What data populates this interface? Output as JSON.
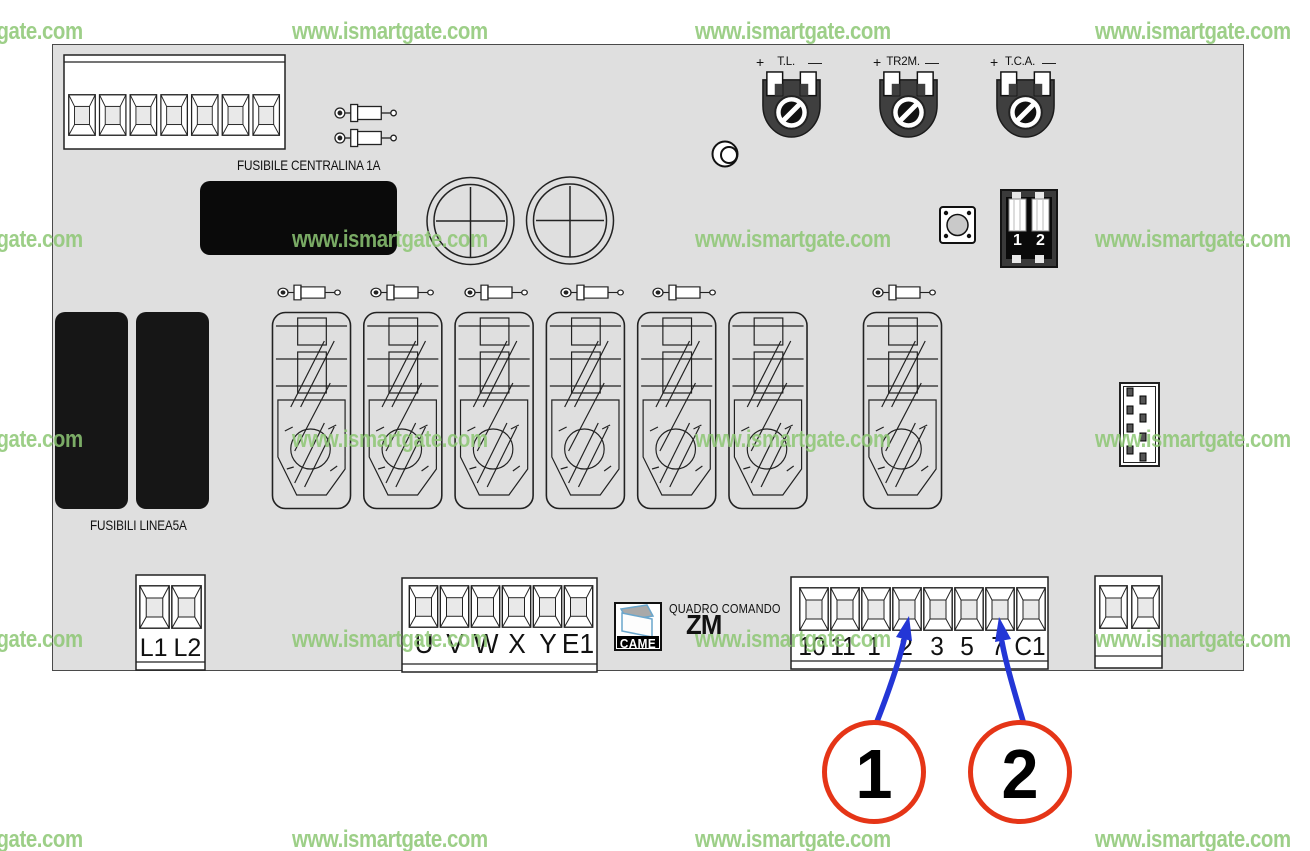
{
  "diagram": {
    "watermark_text": "www.ismartgate.com",
    "silkscreen": {
      "fuse_control": "FUSIBILE CENTRALINA 1A",
      "fuse_line": "FUSIBILI LINEA5A"
    },
    "trimmers": {
      "plus": "+",
      "minus": "—",
      "items": [
        {
          "name": "T.L."
        },
        {
          "name": "TR2M."
        },
        {
          "name": "T.C.A."
        }
      ]
    },
    "dip_switch": {
      "positions": [
        "1",
        "2"
      ]
    },
    "logo": {
      "brand": "CAME",
      "title": "QUADRO COMANDO",
      "model": "ZM"
    },
    "terminals": {
      "line": [
        "L1",
        "L2"
      ],
      "motor": [
        "U",
        "V",
        "W",
        "X",
        "Y",
        "E1"
      ],
      "control": [
        "10",
        "11",
        "1",
        "2",
        "3",
        "5",
        "7",
        "C1"
      ]
    },
    "callouts": [
      {
        "number": "1",
        "points_to_terminal": "2"
      },
      {
        "number": "2",
        "points_to_terminal": "7"
      }
    ],
    "colors": {
      "board": "#dfdfdf",
      "watermark": "#8dc774",
      "callout_ring": "#e53517",
      "arrow": "#2336d6"
    }
  }
}
